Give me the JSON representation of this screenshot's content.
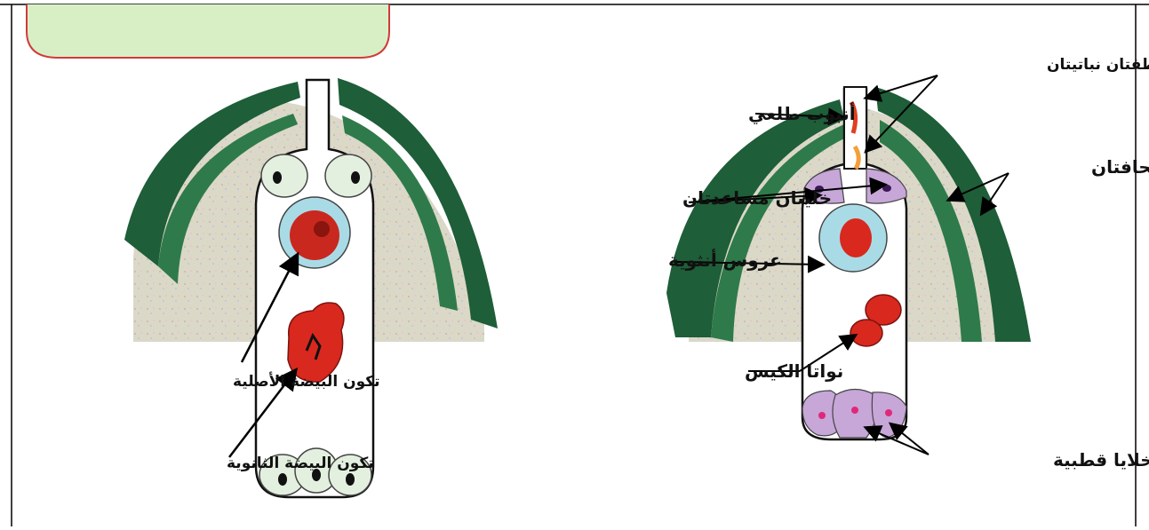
{
  "left_diagram": {
    "labels": {
      "primary_egg": "تكون البيضة الأصلية",
      "secondary_egg": "تكون البيضة الثانوية"
    }
  },
  "right_diagram": {
    "labels": {
      "sperm_nuclei": "نطفتان نباتيتان",
      "pollen_tube": "أنبوب طلعي",
      "integuments": "لحافتان",
      "synergids": "خليتان مساعدتان",
      "egg_cell": "عروس أنثوية",
      "polar_nuclei": "نواتا الكيس",
      "antipodal_cells": "خلايا قطبية"
    }
  },
  "colors": {
    "integument_green": "#1e5e38",
    "nucellus_fill": "#dcd8c8",
    "embryo_sac_fill": "#ffffff",
    "cell_green": "#e3f0df",
    "egg_cyan": "#a9dbe6",
    "nucleus_red": "#d9281e",
    "purple": "#c7a6d8",
    "top_box_fill": "#d8efc6",
    "top_box_border": "#d23a3a"
  }
}
